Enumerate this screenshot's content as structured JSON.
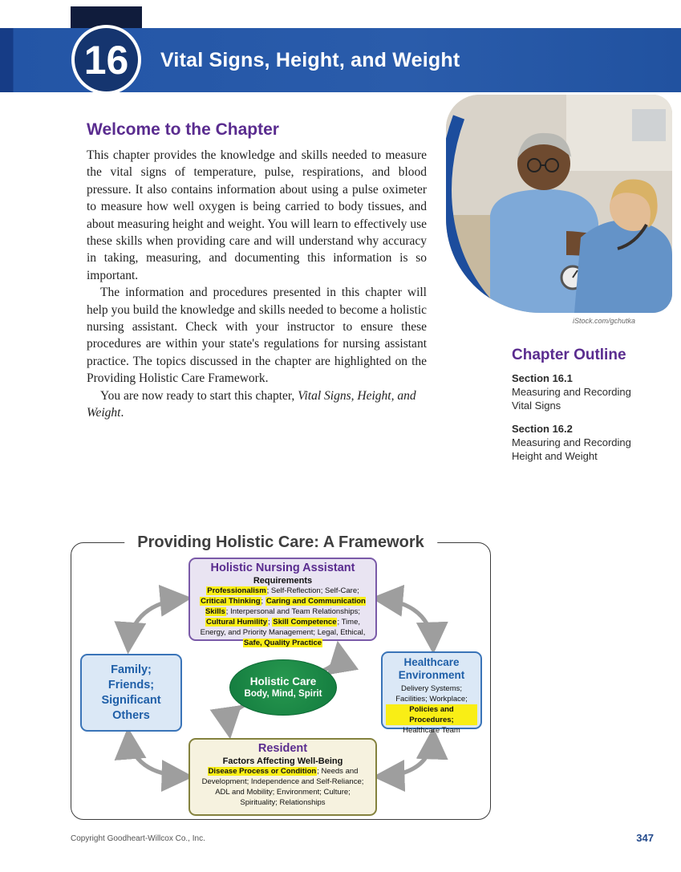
{
  "page": {
    "chapter_number": "16",
    "chapter_title": "Vital Signs, Height, and Weight",
    "footer_left": "Copyright Goodheart-Willcox Co., Inc.",
    "page_number": "347"
  },
  "colors": {
    "banner_blue": "#2355a6",
    "heading_purple": "#5a2c8f",
    "box_blue": "#1f5fa8",
    "holistic_green": "#1e8a4a",
    "highlight_yellow": "#f9ee15"
  },
  "welcome": {
    "heading": "Welcome to the Chapter",
    "para1": "This chapter provides the knowledge and skills needed to measure the vital signs of temperature, pulse, respirations, and blood pressure. It also contains information about using a pulse oximeter to measure how well oxygen is being carried to body tissues, and about measuring height and weight. You will learn to effectively use these skills when providing care and will understand why accuracy in taking, measuring, and documenting this information is so important.",
    "para2": "The information and procedures presented in this chapter will help you build the knowledge and skills needed to become a holistic nursing assistant. Check with your instructor to ensure these procedures are within your state's regulations for nursing assistant practice. The topics discussed in the chapter are highlighted on the Providing Holistic Care Framework.",
    "para3_prefix": "You are now ready to start this chapter, ",
    "para3_italic": "Vital Signs, Height, and Weight",
    "para3_suffix": "."
  },
  "photo": {
    "credit": "iStock.com/gchutka"
  },
  "outline": {
    "heading": "Chapter Outline",
    "sections": [
      {
        "label": "Section 16.1",
        "title": "Measuring and Recording Vital Signs"
      },
      {
        "label": "Section 16.2",
        "title": "Measuring and Recording Height and Weight"
      }
    ]
  },
  "framework": {
    "title": "Providing Holistic Care: A Framework",
    "hna": {
      "heading": "Holistic Nursing Assistant",
      "subheading": "Requirements",
      "segments": [
        {
          "t": "Professionalism",
          "h": true
        },
        {
          "t": "; Self-Reflection; Self-Care; ",
          "h": false
        },
        {
          "t": "Critical Thinking",
          "h": true
        },
        {
          "t": "; ",
          "h": false
        },
        {
          "t": "Caring and Communication Skills",
          "h": true
        },
        {
          "t": "; Interpersonal and Team Relationships; ",
          "h": false
        },
        {
          "t": "Cultural Humility",
          "h": true
        },
        {
          "t": "; ",
          "h": false
        },
        {
          "t": "Skill Competence",
          "h": true
        },
        {
          "t": "; Time, Energy, and Priority Management; Legal, Ethical, ",
          "h": false
        },
        {
          "t": "Safe, Quality Practice",
          "h": true
        }
      ]
    },
    "family": {
      "lines": [
        "Family;",
        "Friends;",
        "Significant",
        "Others"
      ]
    },
    "center": {
      "line1": "Holistic Care",
      "line2": "Body, Mind, Spirit"
    },
    "healthcare": {
      "heading": "Healthcare Environment",
      "segments": [
        {
          "t": "Delivery Systems;",
          "h": false
        },
        {
          "t": "Facilities; Workplace;",
          "h": false
        },
        {
          "t": "Policies and Procedures;",
          "h": true
        },
        {
          "t": "Healthcare Team",
          "h": false
        }
      ]
    },
    "resident": {
      "heading": "Resident",
      "subheading": "Factors Affecting Well-Being",
      "segments": [
        {
          "t": "Disease Process or Condition",
          "h": true
        },
        {
          "t": "; Needs and Development; Independence and Self-Reliance; ADL and Mobility; Environment; Culture; Spirituality; Relationships",
          "h": false
        }
      ]
    }
  }
}
